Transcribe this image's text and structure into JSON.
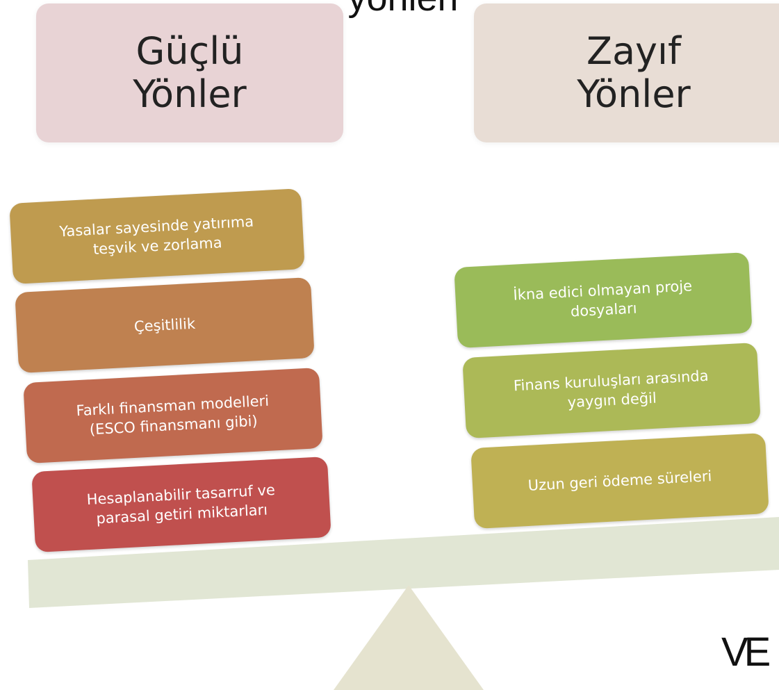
{
  "title_fragment": "yönleri",
  "headers": {
    "strong": "Güçlü\nYönler",
    "weak": "Zayıf\nYönler"
  },
  "strengths": [
    {
      "label": "Yasalar sayesinde yatırıma\nteşvik ve zorlama",
      "color": "#bf9b4f"
    },
    {
      "label": "Çeşitlilik",
      "color": "#bf8150"
    },
    {
      "label": "Farklı finansman modelleri\n(ESCO finansmanı gibi)",
      "color": "#c06a4f"
    },
    {
      "label": "Hesaplanabilir tasarruf ve\nparasal getiri miktarları",
      "color": "#c0504e"
    }
  ],
  "weaknesses": [
    {
      "label": "İkna edici olmayan proje\ndosyaları",
      "color": "#9abb59"
    },
    {
      "label": "Finans kuruluşları arasında\nyaygın değil",
      "color": "#acb957"
    },
    {
      "label": "Uzun geri ödeme süreleri",
      "color": "#bfb154"
    }
  ],
  "logo_text": "VE",
  "colors": {
    "beam": "#e1e6d4",
    "fulcrum": "#e5e3cf"
  }
}
